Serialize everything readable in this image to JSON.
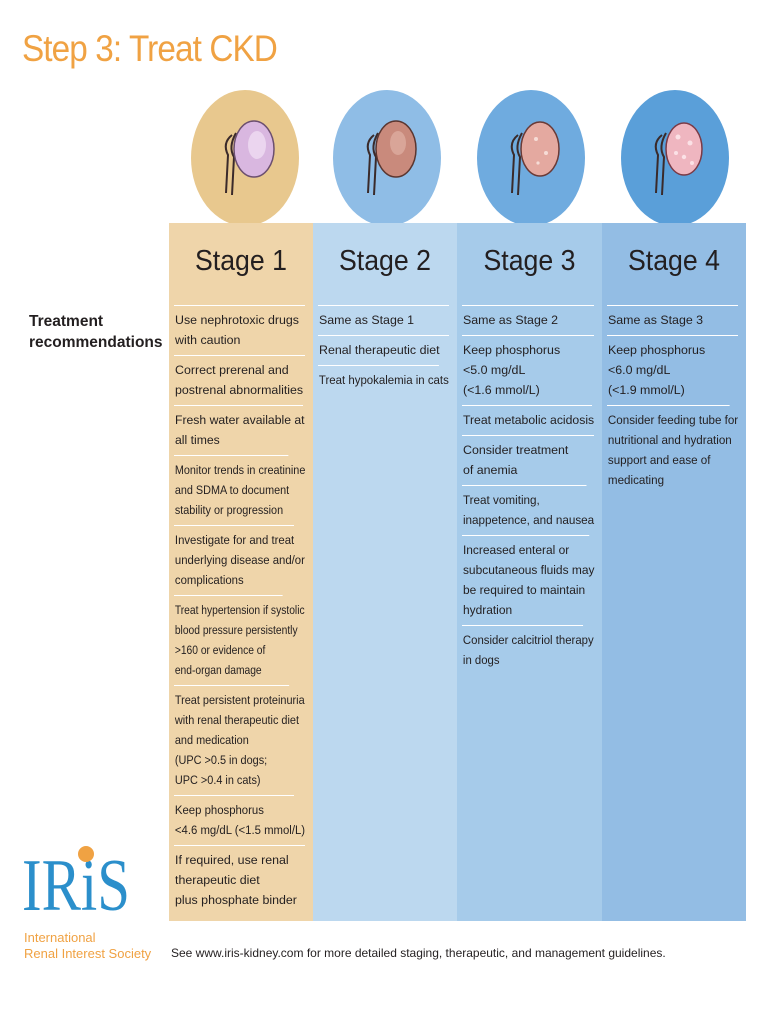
{
  "page": {
    "title": "Step 3: Treat CKD",
    "row_label": "Treatment\nrecommendations",
    "footer": "See www.iris-kidney.com for more detailed staging, therapeutic, and management guidelines."
  },
  "logo": {
    "text": "IRiS",
    "subtitle": "International\nRenal Interest Society",
    "colors": {
      "letters": "#2b8fcb",
      "dot": "#f0a243"
    }
  },
  "colors": {
    "title": "#f0a243",
    "stage1": "#efd5aa",
    "stage2": "#bcd8ef",
    "stage3": "#a6cbea",
    "stage4": "#93bde4",
    "circle1": "#e8c88e",
    "circle2": "#8fbde6",
    "circle3": "#6fabdf",
    "circle4": "#5a9fd9"
  },
  "stages": [
    {
      "heading": "Stage 1",
      "kidney_icon": "healthy-kidney-icon",
      "items": [
        "Use nephrotoxic drugs\nwith caution",
        "Correct prerenal and\npostrenal abnormalities",
        "Fresh water available at\nall times",
        "Monitor trends in creatinine\nand SDMA to document\nstability or progression",
        "Investigate for and treat\nunderlying disease and/or\ncomplications",
        "Treat hypertension if systolic\nblood pressure persistently\n>160 or evidence of\nend-organ damage",
        "Treat persistent proteinuria\nwith renal therapeutic diet\nand medication\n(UPC >0.5 in dogs;\nUPC >0.4 in cats)",
        "Keep phosphorus\n<4.6 mg/dL (<1.5 mmol/L)",
        "If required, use renal\ntherapeutic diet\nplus phosphate binder"
      ]
    },
    {
      "heading": "Stage 2",
      "kidney_icon": "stage-2-kidney-icon",
      "items": [
        "Same as Stage 1",
        "Renal therapeutic diet",
        "Treat hypokalemia in cats"
      ]
    },
    {
      "heading": "Stage 3",
      "kidney_icon": "stage-3-kidney-icon",
      "items": [
        "Same as Stage 2",
        "Keep phosphorus\n<5.0 mg/dL\n(<1.6 mmol/L)",
        "Treat metabolic acidosis",
        "Consider treatment\nof anemia",
        "Treat vomiting,\ninappetence, and nausea",
        "Increased enteral or\nsubcutaneous fluids may\nbe required to maintain\nhydration",
        "Consider calcitriol therapy\nin dogs"
      ]
    },
    {
      "heading": "Stage 4",
      "kidney_icon": "stage-4-kidney-icon",
      "items": [
        "Same as Stage 3",
        "Keep phosphorus\n<6.0 mg/dL\n(<1.9 mmol/L)",
        "Consider feeding tube for\nnutritional and hydration\nsupport and ease of\nmedicating"
      ]
    }
  ]
}
